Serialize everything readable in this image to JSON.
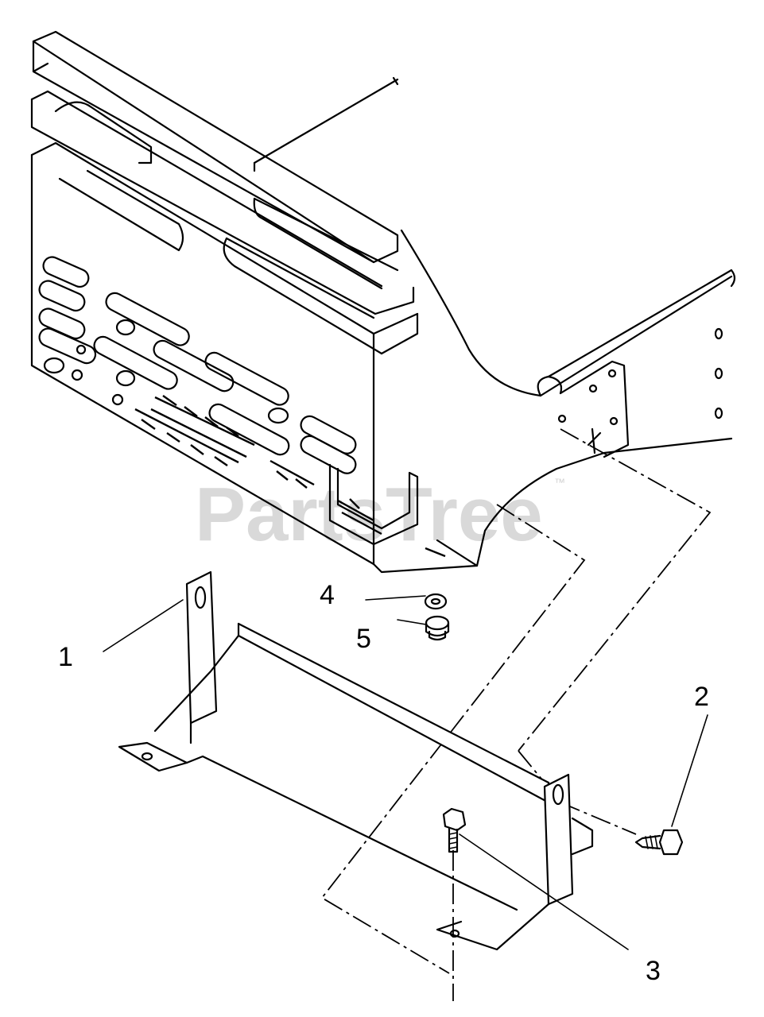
{
  "watermark": {
    "text": "PartsTree",
    "trademark": "™"
  },
  "callouts": [
    {
      "id": "1",
      "label": "1"
    },
    {
      "id": "2",
      "label": "2"
    },
    {
      "id": "3",
      "label": "3"
    },
    {
      "id": "4",
      "label": "4"
    },
    {
      "id": "5",
      "label": "5"
    }
  ]
}
